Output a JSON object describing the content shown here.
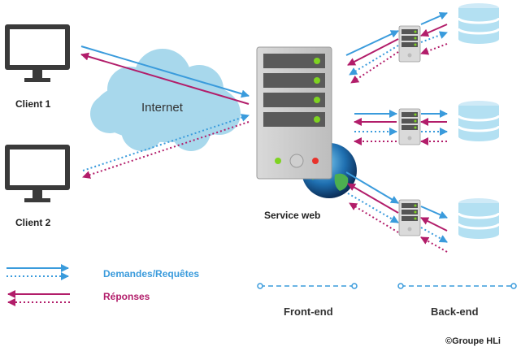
{
  "clients": [
    {
      "label": "Client 1"
    },
    {
      "label": "Client 2"
    }
  ],
  "cloud": {
    "label": "Internet"
  },
  "server": {
    "label": "Service web"
  },
  "legend": {
    "requests": "Demandes/Requêtes",
    "responses": "Réponses"
  },
  "sections": {
    "frontend": "Front-end",
    "backend": "Back-end"
  },
  "copyright": "©Groupe HLi",
  "colors": {
    "request": "#3a9bdc",
    "response": "#b21d6a",
    "cloud": "#a8d8ec",
    "database": "#b3e0f2",
    "server_body": "#6e6e6e",
    "led_green": "#7ed321",
    "led_red": "#e8322b"
  },
  "icons": [
    "monitor-icon",
    "cloud-icon",
    "server-rack-icon",
    "globe-icon",
    "database-icon"
  ]
}
